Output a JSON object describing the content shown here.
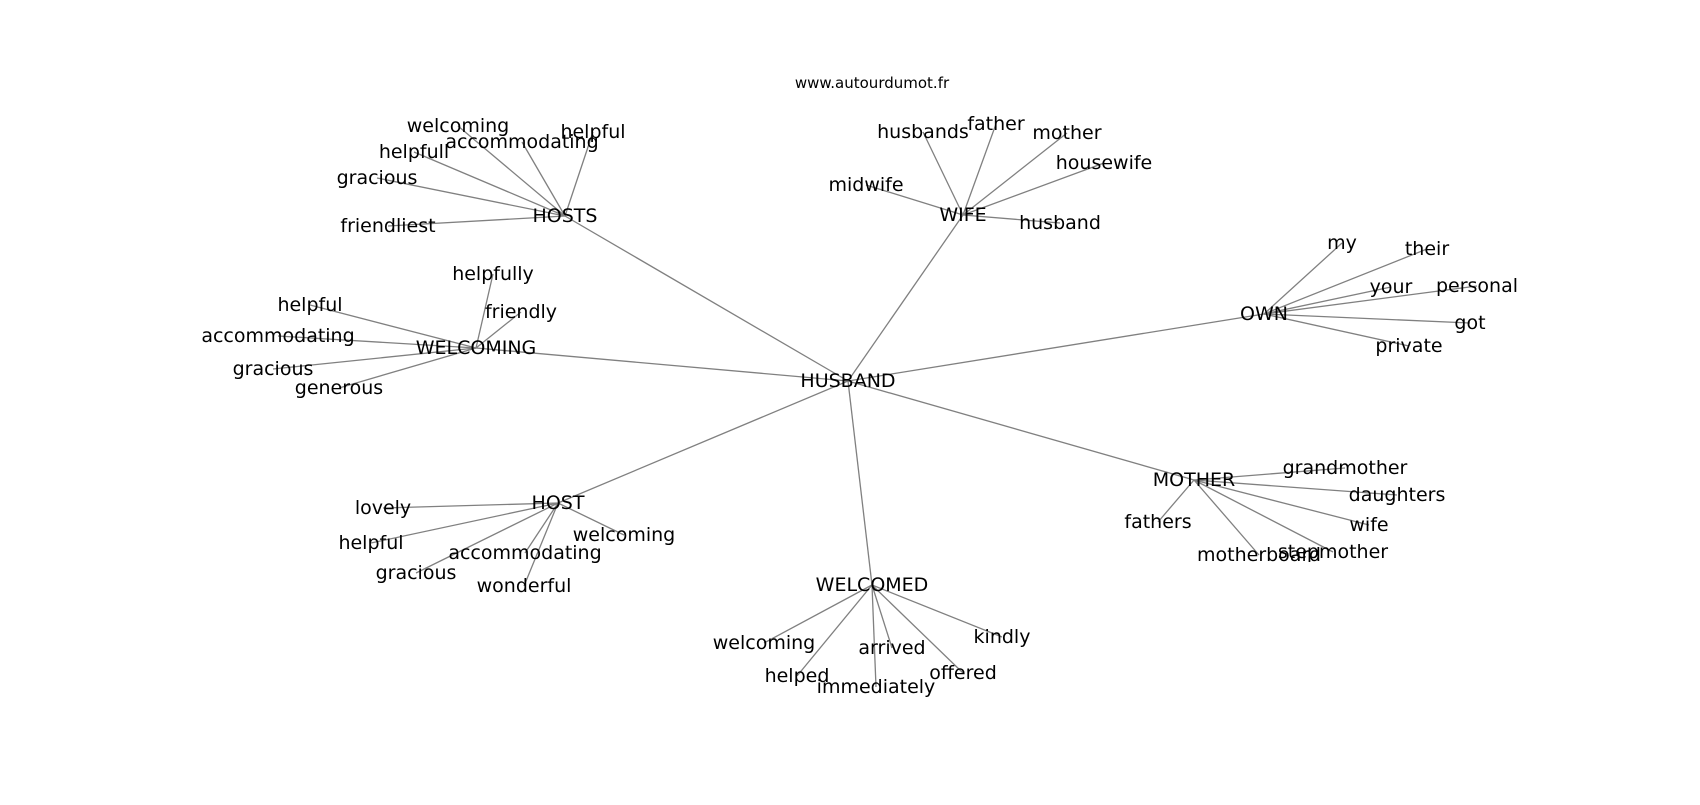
{
  "watermark": "www.autourdumot.fr",
  "colors": {
    "edge": "#808080",
    "text": "#000000",
    "background": "#ffffff"
  },
  "graph": {
    "center": "HUSBAND",
    "hubs": [
      {
        "label": "HOSTS",
        "leaves": [
          "welcoming",
          "helpful",
          "accommodating",
          "helpfull",
          "gracious",
          "friendliest"
        ]
      },
      {
        "label": "WIFE",
        "leaves": [
          "husbands",
          "father",
          "mother",
          "housewife",
          "midwife",
          "husband"
        ]
      },
      {
        "label": "OWN",
        "leaves": [
          "my",
          "their",
          "your",
          "personal",
          "got",
          "private"
        ]
      },
      {
        "label": "WELCOMING",
        "leaves": [
          "helpfully",
          "helpful",
          "friendly",
          "accommodating",
          "gracious",
          "generous"
        ]
      },
      {
        "label": "MOTHER",
        "leaves": [
          "grandmother",
          "daughters",
          "wife",
          "fathers",
          "motherboard",
          "stepmother"
        ]
      },
      {
        "label": "HOST",
        "leaves": [
          "lovely",
          "helpful",
          "welcoming",
          "accommodating",
          "gracious",
          "wonderful"
        ]
      },
      {
        "label": "WELCOMED",
        "leaves": [
          "welcoming",
          "kindly",
          "arrived",
          "offered",
          "helped",
          "immediately"
        ]
      }
    ]
  }
}
